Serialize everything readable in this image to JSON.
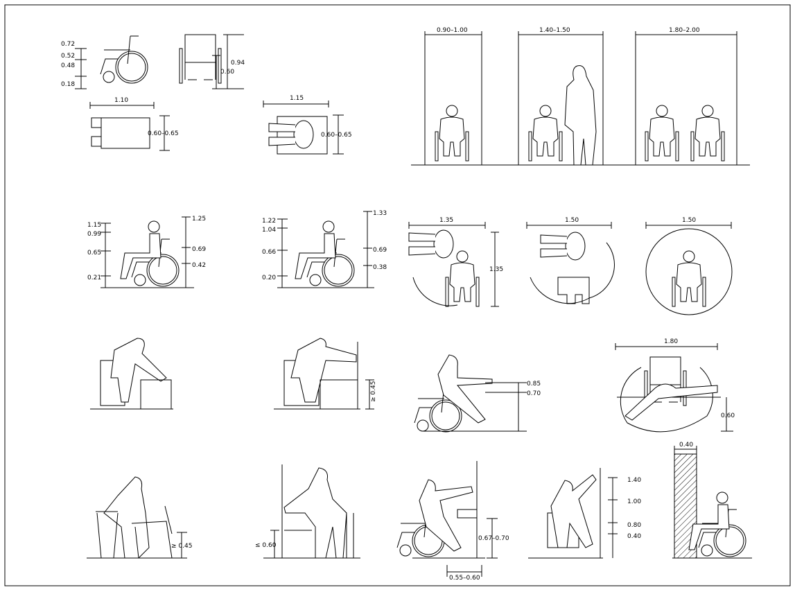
{
  "drawing": {
    "wheelchair_side": {
      "d1": "0.72",
      "d2": "0.52",
      "d3": "0.48",
      "d4": "0.18"
    },
    "wheelchair_front": {
      "height": "0.94",
      "seat": "0.60"
    },
    "wheelchair_top": {
      "length": "1.10",
      "width": "0.60–0.65"
    },
    "occupied_top": {
      "length": "1.15",
      "width": "0.60–0.65"
    },
    "passage_widths": [
      "0.90–1.00",
      "1.40–1.50",
      "1.80–2.00"
    ],
    "woman_side": {
      "l1": "1.15",
      "l2": "0.99",
      "l3": "0.65",
      "l4": "0.21",
      "r1": "1.25",
      "r2": "0.69",
      "r3": "0.42"
    },
    "man_side": {
      "l1": "1.22",
      "l2": "1.04",
      "l3": "0.66",
      "l4": "0.20",
      "r1": "1.33",
      "r2": "0.69",
      "r3": "0.38"
    },
    "turning": {
      "t1_w": "1.35",
      "t1_h": "1.35",
      "t2_w": "1.50",
      "t3_w": "1.50"
    },
    "reach": {
      "shelf": "≥ 0.45",
      "table_top": "0.85",
      "table_under": "0.70",
      "reach_width": "1.80",
      "reach_height": "0.60"
    },
    "bottom": {
      "seat": "≥ 0.45",
      "support": "≤ 0.60",
      "counter": "0.67–0.70",
      "depth": "0.55–0.60",
      "h1": "1.40",
      "h2": "1.00",
      "h3": "0.80",
      "h4": "0.40",
      "wall": "0.40"
    }
  }
}
